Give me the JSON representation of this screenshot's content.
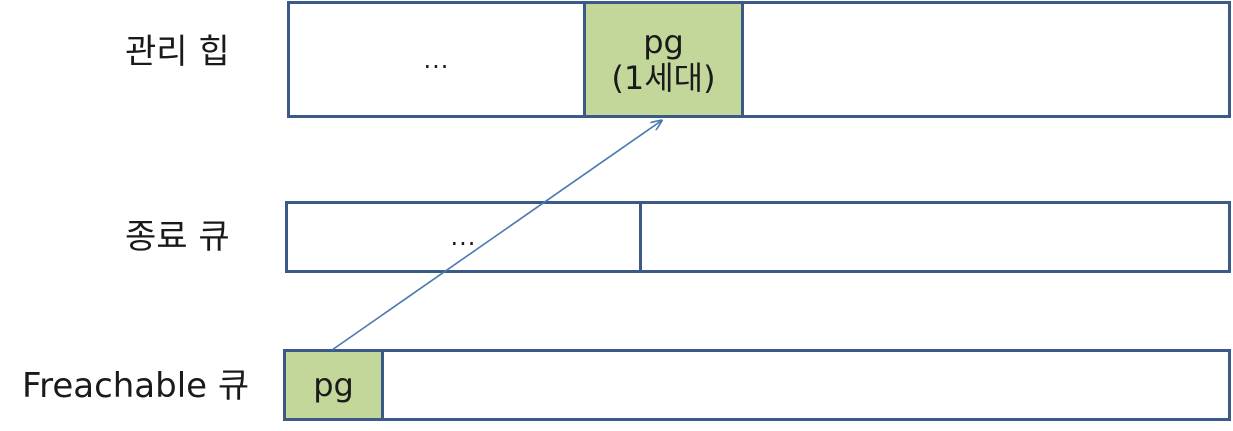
{
  "rows": {
    "managed_heap": {
      "label": "관리 힙",
      "ellipsis": "...",
      "object_name": "pg",
      "object_generation": "(1세대)"
    },
    "finalization_queue": {
      "label": "종료 큐",
      "ellipsis": "..."
    },
    "freachable_queue": {
      "label": "Freachable 큐",
      "object_name": "pg"
    }
  },
  "colors": {
    "border": "#3c5a87",
    "object_fill": "#c4d79b",
    "arrow": "#4a78b0"
  }
}
